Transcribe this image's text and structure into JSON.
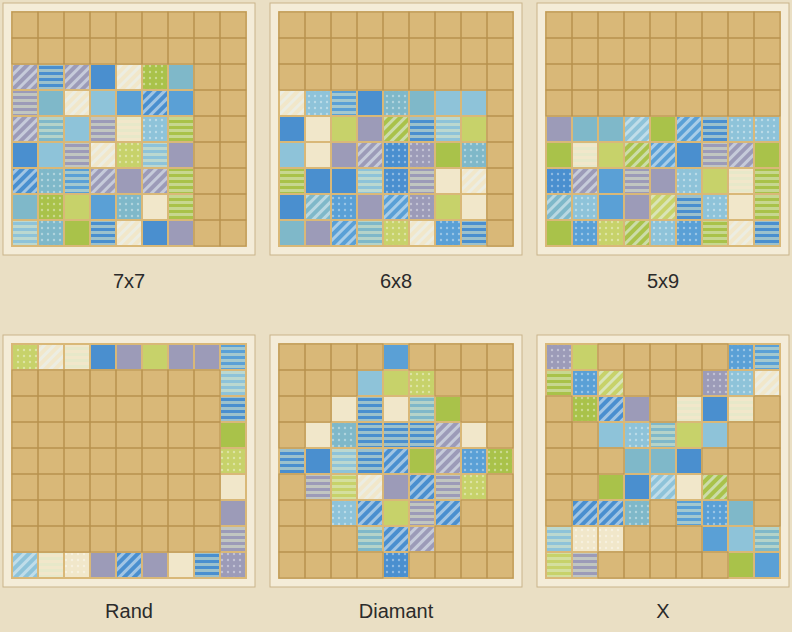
{
  "diagram": {
    "labels": [
      "7x7",
      "6x8",
      "5x9",
      "Rand",
      "Diamant",
      "X"
    ]
  }
}
